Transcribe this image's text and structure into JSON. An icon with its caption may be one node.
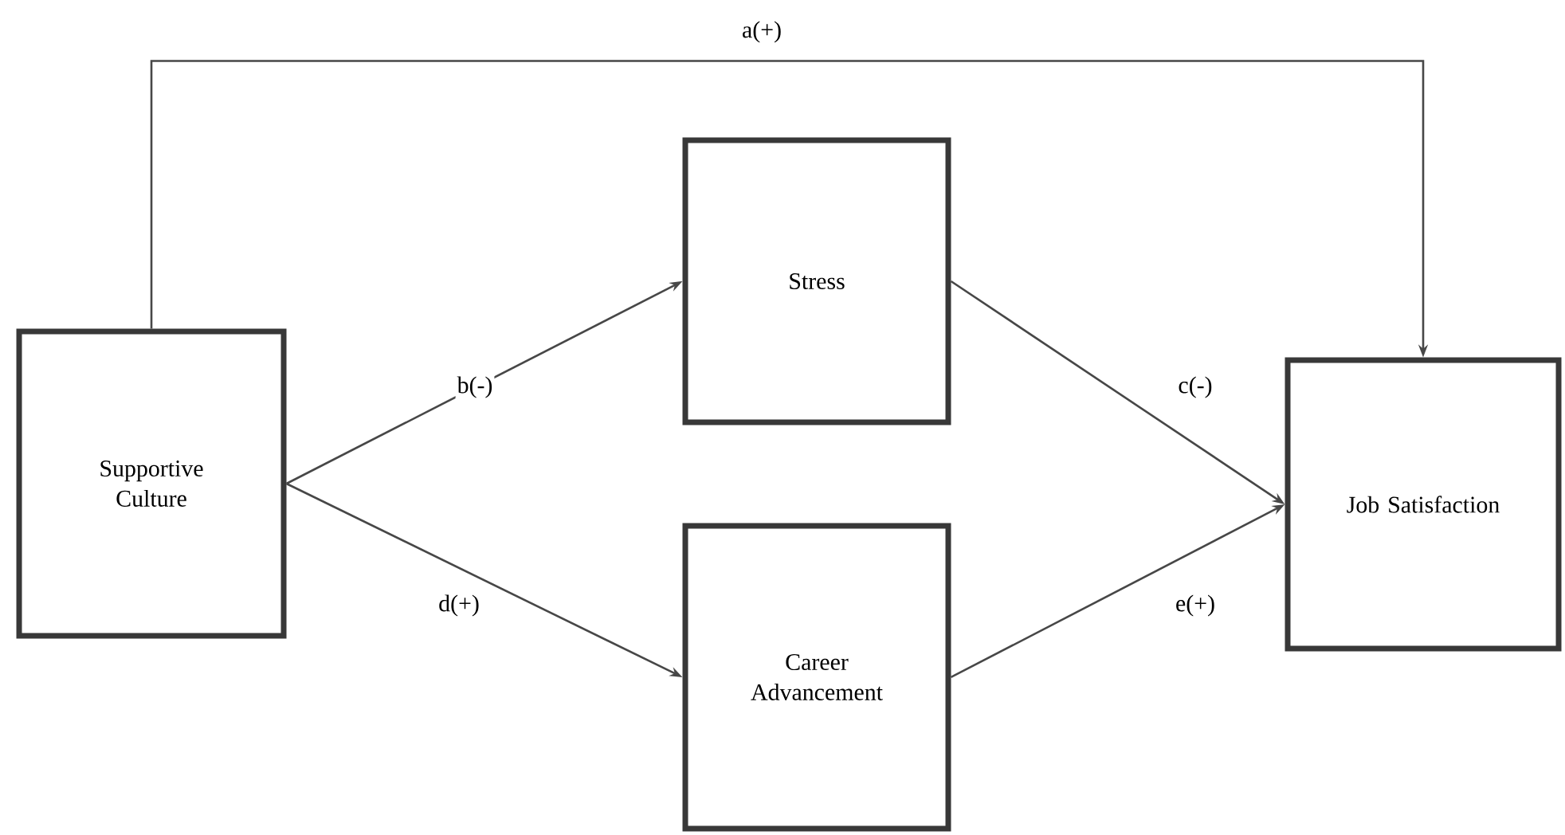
{
  "diagram": {
    "nodes": [
      {
        "text": [
          "Supportive Culture"
        ]
      },
      {
        "text": [
          "Stress"
        ]
      },
      {
        "text": [
          "Career Advancement"
        ]
      },
      {
        "text": [
          "Job Satisfaction"
        ]
      }
    ],
    "edges": [
      {
        "from": 0,
        "to": 3,
        "arrow": "to",
        "label": "a(+)"
      },
      {
        "from": 0,
        "to": 1,
        "arrow": "to",
        "label": "b(-)"
      },
      {
        "from": 1,
        "to": 3,
        "arrow": "to",
        "label": "c(-)"
      },
      {
        "from": 0,
        "to": 2,
        "arrow": "to",
        "label": "d(+)"
      },
      {
        "from": 2,
        "to": 3,
        "arrow": "to",
        "label": "e(+)"
      }
    ]
  }
}
